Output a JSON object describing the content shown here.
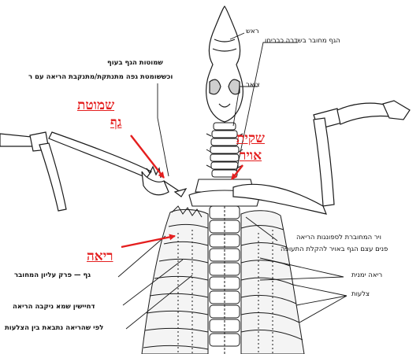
{
  "labels": {
    "head": "ראש",
    "spine_note": "הגף מחובר בשדרה כבריחו",
    "neck": "צואר",
    "wing_bend_title": "שמוטות הגף בעוף",
    "wing_bend_desc": "וכששומטת גפה מתנתקת/מתנקבת הריאה עם ר",
    "air_sac_note_1": "ויר המחוברת לספונגות הריאה",
    "air_sac_note_2": "פנים עצם הגף באויר להקלת התעופה",
    "limb_note": "גף — פרק עליון המחובר",
    "pierce_note": "דחיישין שמא ניקבה הריאה",
    "ribs_note": "לפי שהריאה נתבאת בין הצלעות",
    "right_lung": "ריאה ימנית",
    "ribs": "צלעות"
  },
  "red_labels": {
    "wing_drop_line1": "שמוטת",
    "wing_drop_line2": "גף",
    "air_sac_line1": "שקית",
    "air_sac_line2": "אויר",
    "lung": "ריאה"
  },
  "colors": {
    "accent": "#e41e1e",
    "ink": "#1a1a1a",
    "shade": "#cfcfcf"
  }
}
